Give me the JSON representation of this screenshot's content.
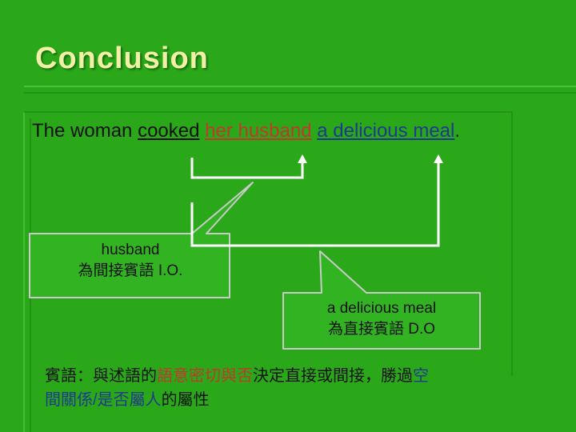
{
  "slide": {
    "title": "Conclusion",
    "sentence": {
      "prefix": "The woman ",
      "verb": "cooked",
      "space1": " ",
      "indirect_object": "her husband",
      "space2": " ",
      "direct_object": "a delicious meal",
      "suffix": "."
    },
    "callout_io": {
      "line1": "husband",
      "line2": "為間接賓語 I.O."
    },
    "callout_do": {
      "line1": "a delicious meal",
      "line2": "為直接賓語 D.O"
    },
    "note": {
      "p1": "賓語：與述語的",
      "p2": "語意密切與否",
      "p3": "決定直接或間接，勝過",
      "p4": "空",
      "p5": "間關係",
      "p6": "/是否",
      "p7": "屬人",
      "p8": "的屬性"
    },
    "colors": {
      "background": "#2aa81a",
      "title": "#f2f0a6",
      "indirect_object": "#c0392b",
      "direct_object": "#1f3a8a",
      "callout_fill": "#32b422"
    }
  }
}
